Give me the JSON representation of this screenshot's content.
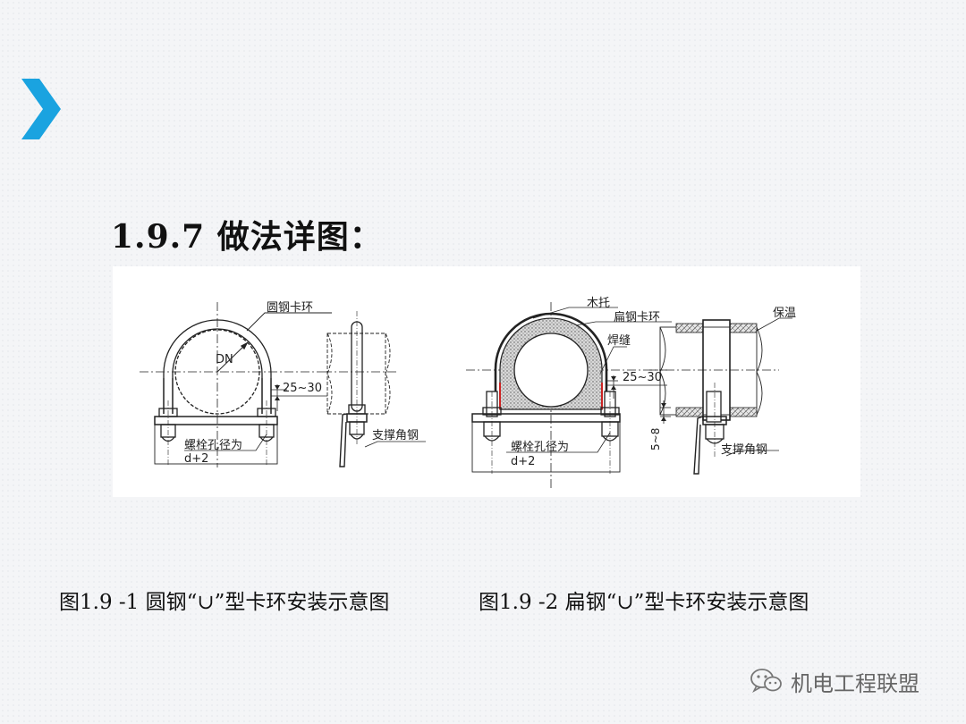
{
  "slide": {
    "heading": "1.9.7 做法详图：",
    "accent_color": "#1aa3e0"
  },
  "figure1": {
    "caption": "图1.9 -1  圆钢“∪”型卡环安装示意图",
    "labels": {
      "clamp": "圆钢卡环",
      "dn": "DN",
      "dim": "25~30",
      "bolt_hole": "螺栓孔径为",
      "bolt_hole_size": "d+2",
      "angle_steel": "支撑角钢"
    }
  },
  "figure2": {
    "caption": "图1.9 -2 扁钢“∪”型卡环安装示意图",
    "labels": {
      "wood_support": "木托",
      "flat_clamp": "扁钢卡环",
      "weld": "焊缝",
      "insulation": "保温",
      "dim": "25~30",
      "gap": "5~8",
      "bolt_hole": "螺栓孔径为",
      "bolt_hole_size": "d+2",
      "angle_steel": "支撑角钢"
    }
  },
  "watermark": {
    "text": "机电工程联盟",
    "icon": "wechat-icon"
  }
}
